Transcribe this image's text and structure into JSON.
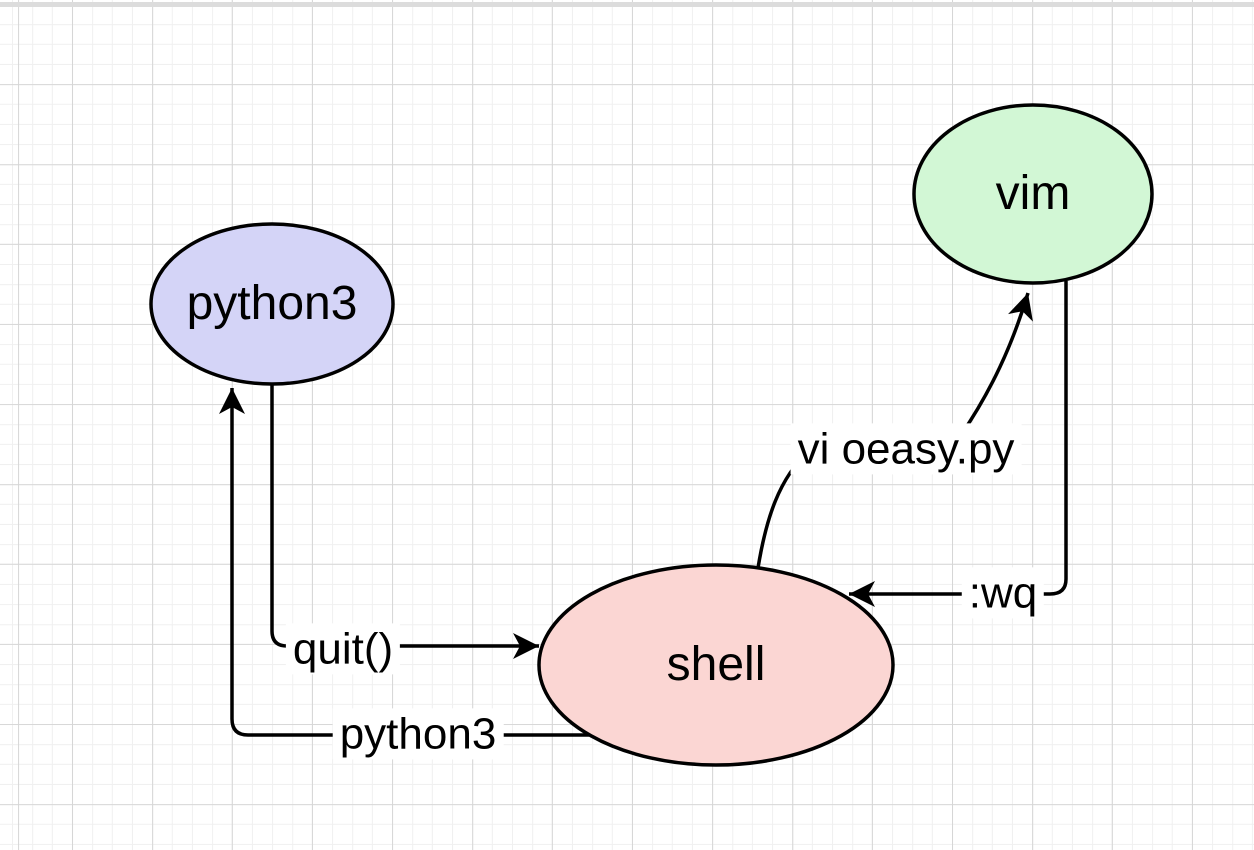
{
  "diagram": {
    "nodes": {
      "python3": {
        "label": "python3",
        "fill": "#d4d4f7"
      },
      "vim": {
        "label": "vim",
        "fill": "#d2f7d5"
      },
      "shell": {
        "label": "shell",
        "fill": "#fbd6d3"
      }
    },
    "edges": {
      "quit": {
        "label": "quit()",
        "from": "python3",
        "to": "shell"
      },
      "python3_cmd": {
        "label": "python3",
        "from": "shell",
        "to": "python3"
      },
      "vi_oeasy": {
        "label": "vi oeasy.py",
        "from": "shell",
        "to": "vim"
      },
      "wq": {
        "label": ":wq",
        "from": "vim",
        "to": "shell"
      }
    },
    "colors": {
      "node_stroke": "#000000",
      "edge_stroke": "#000000",
      "arrowhead": "#000000",
      "background": "#ffffff",
      "grid_minor": "#f0f0f0",
      "grid_major": "#d6d6d6",
      "top_strip": "#dcdcdc"
    }
  }
}
